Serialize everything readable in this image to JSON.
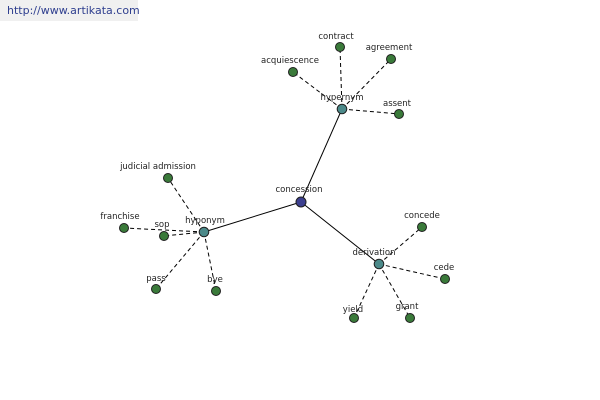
{
  "watermark": "http://www.artikata.com",
  "colors": {
    "root": "#3c3f8f",
    "hub": "#4c8a8a",
    "leaf": "#3a7a3a",
    "edge": "#000000"
  },
  "graph": {
    "root": {
      "id": "concession",
      "label": "concession"
    },
    "hubs": [
      {
        "id": "hypernym",
        "label": "hypernym",
        "leaves": [
          "contract",
          "agreement",
          "acquiescence",
          "assent"
        ]
      },
      {
        "id": "hyponym",
        "label": "hyponym",
        "leaves": [
          "judicial admission",
          "franchise",
          "sop",
          "pass",
          "bye"
        ]
      },
      {
        "id": "derivation",
        "label": "derivation",
        "leaves": [
          "concede",
          "cede",
          "yield",
          "grant"
        ]
      }
    ]
  }
}
